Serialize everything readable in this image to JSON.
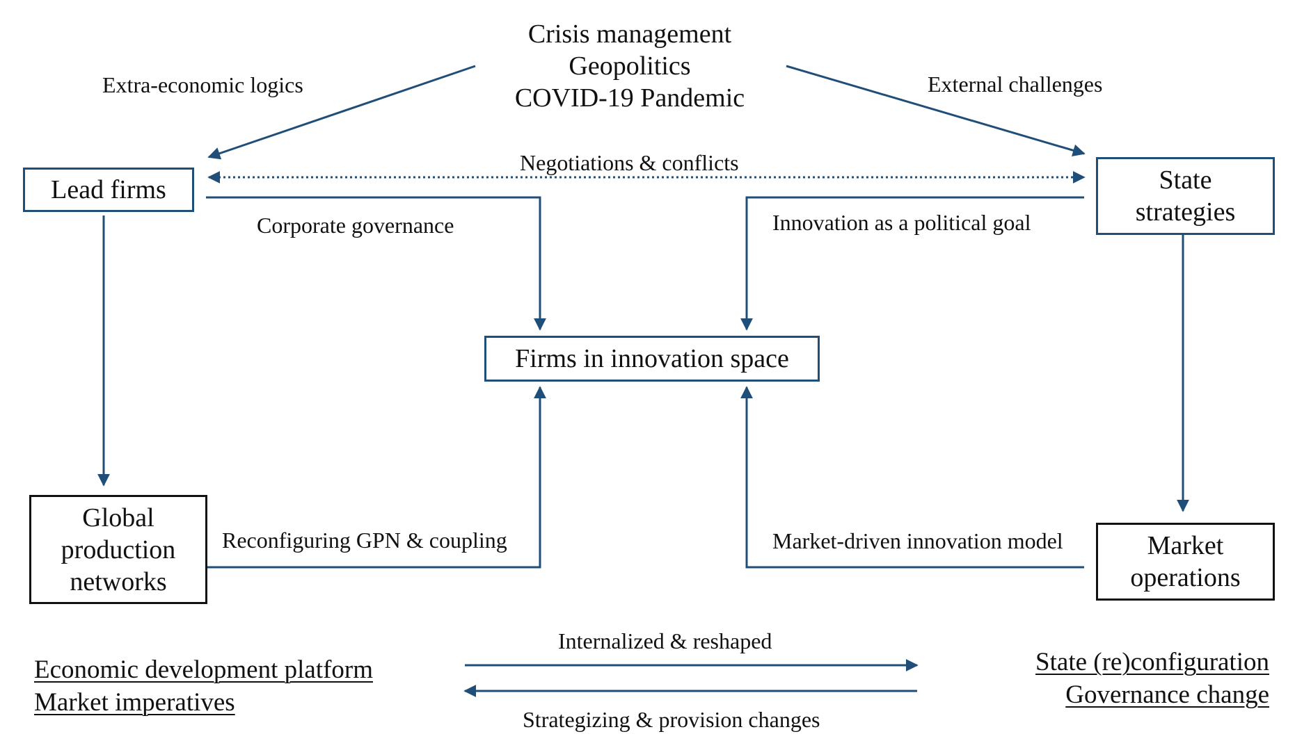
{
  "top_center": {
    "line1": "Crisis management",
    "line2": "Geopolitics",
    "line3": "COVID-19 Pandemic"
  },
  "labels": {
    "extra_economic": "Extra-economic logics",
    "external_challenges": "External challenges",
    "negotiations": "Negotiations & conflicts",
    "corporate_governance": "Corporate governance",
    "innovation_political": "Innovation as a political goal",
    "reconfiguring_gpn": "Reconfiguring GPN & coupling",
    "market_driven": "Market-driven innovation model",
    "internalized": "Internalized & reshaped",
    "strategizing": "Strategizing & provision changes"
  },
  "boxes": {
    "lead_firms": "Lead firms",
    "state_strategies": {
      "line1": "State",
      "line2": "strategies"
    },
    "firms_innovation": "Firms in innovation space",
    "global_production": {
      "line1": "Global",
      "line2": "production",
      "line3": "networks"
    },
    "market_operations": {
      "line1": "Market",
      "line2": "operations"
    }
  },
  "bottom_left": {
    "line1": "Economic development platform",
    "line2": "Market imperatives"
  },
  "bottom_right": {
    "line1": "State (re)configuration",
    "line2": "Governance change"
  },
  "colors": {
    "arrow": "#1f4e79",
    "text": "#111111"
  }
}
